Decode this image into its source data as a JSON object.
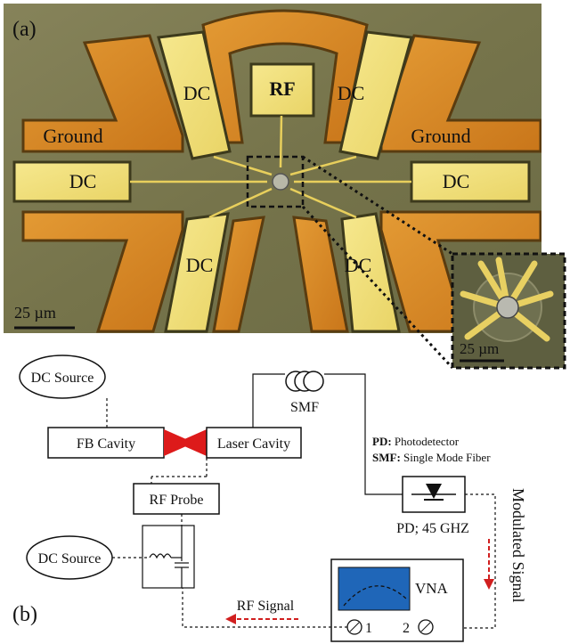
{
  "panel_a": {
    "label": "(a)",
    "pads": {
      "rf": "RF",
      "dc_upper_left": "DC",
      "dc_upper_right": "DC",
      "ground_left": "Ground",
      "ground_right": "Ground",
      "dc_left": "DC",
      "dc_right": "DC",
      "dc_lower_left": "DC",
      "dc_lower_right": "DC"
    },
    "scale_bar": "25 µm",
    "inset_scale_bar": "25 µm"
  },
  "panel_b": {
    "label": "(b)",
    "dc_source_top": "DC Source",
    "dc_source_bottom": "DC Source",
    "fb_cavity": "FB Cavity",
    "laser_cavity": "Laser Cavity",
    "rf_probe": "RF Probe",
    "smf": "SMF",
    "legend_pd_key": "PD:",
    "legend_pd_value": " Photodetector",
    "legend_smf_key": "SMF:",
    "legend_smf_value": " Single Mode Fiber",
    "pd_label": "PD; 45 GHZ",
    "modulated_signal": "Modulated Signal",
    "vna": "VNA",
    "port_1": "1",
    "port_2": "2",
    "rf_signal": "RF Signal"
  },
  "colors": {
    "gold": "#d88a22",
    "gold_dark": "#a8600c",
    "pale_gold": "#f0de78",
    "substrate": "#7b7b4e",
    "vna_screen": "#1f66b8",
    "taper_red": "#dd1a1a",
    "arrow_red": "#d11f1f"
  }
}
